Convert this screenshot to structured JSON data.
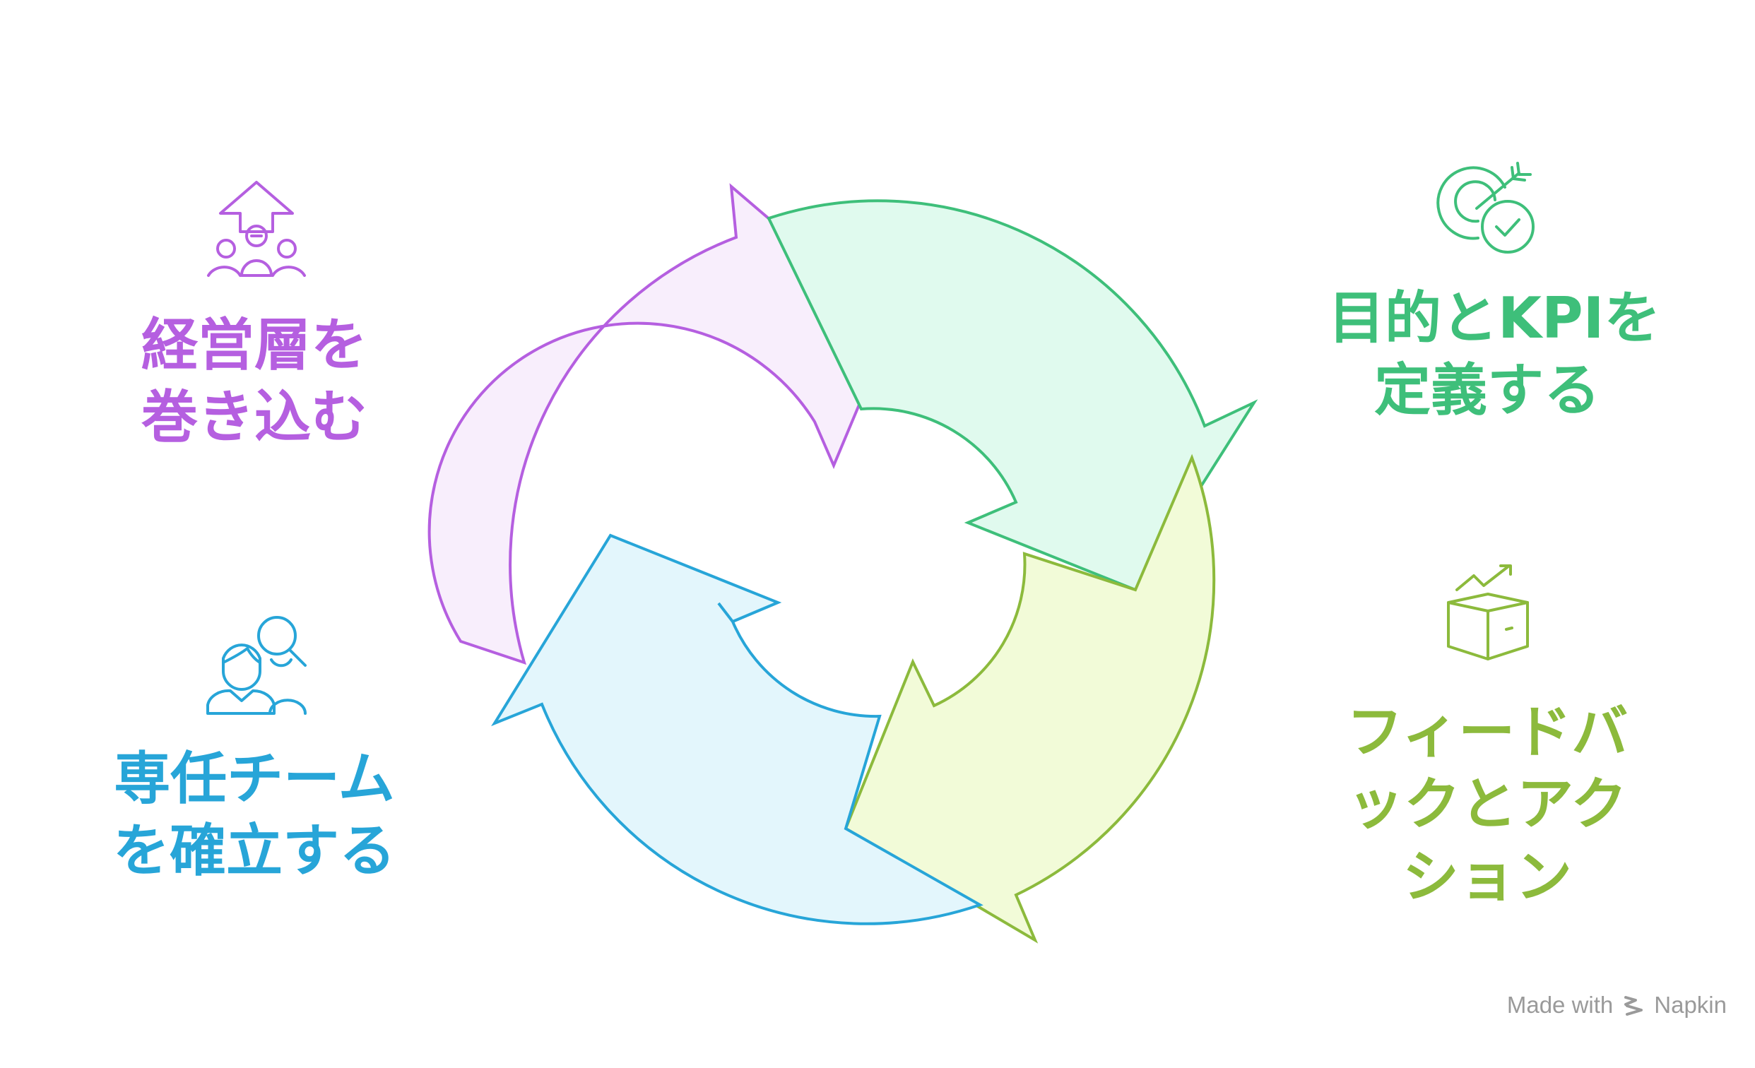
{
  "steps": [
    {
      "id": "executive",
      "lines": [
        "経営層を",
        "巻き込む"
      ],
      "color": "#b55fe0",
      "fill": "#f8eefc",
      "icon": "people-up-arrow-icon"
    },
    {
      "id": "kpi",
      "lines": [
        "目的とKPIを",
        "定義する"
      ],
      "color": "#3ebf7a",
      "fill": "#e0faee",
      "icon": "target-check-icon"
    },
    {
      "id": "feedback",
      "lines": [
        "フィードバ",
        "ックとアク",
        "ション"
      ],
      "color": "#8cba3c",
      "fill": "#f2fbd8",
      "icon": "box-chart-icon"
    },
    {
      "id": "team",
      "lines": [
        "専任チーム",
        "を確立する"
      ],
      "color": "#27a5d8",
      "fill": "#e3f6fc",
      "icon": "team-search-icon"
    }
  ],
  "footer": {
    "made_with": "Made with",
    "brand": "Napkin",
    "logo_icon": "napkin-logo-icon"
  }
}
